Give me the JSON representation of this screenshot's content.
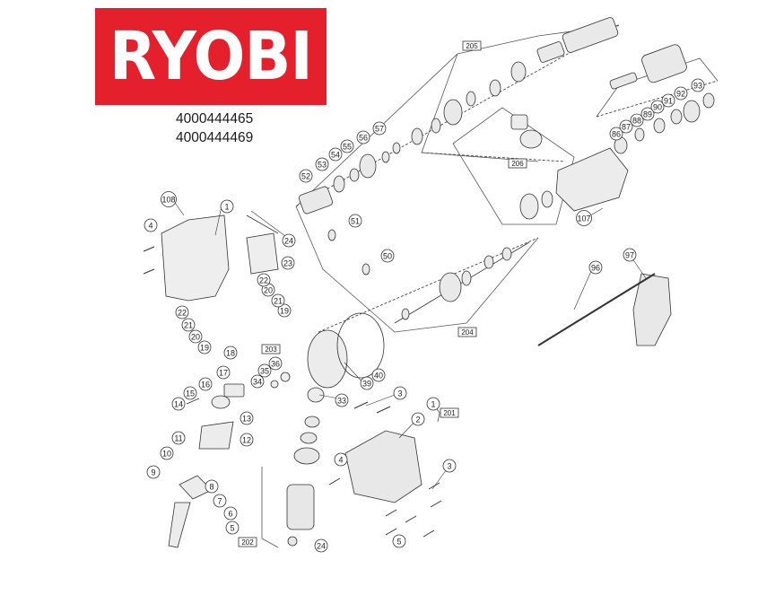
{
  "logo": {
    "text": "RYOBI",
    "color": "#e3202b"
  },
  "models": [
    "4000444465",
    "4000444469"
  ],
  "callouts": [
    "1",
    "2",
    "3",
    "4",
    "5",
    "6",
    "7",
    "8",
    "9",
    "10",
    "11",
    "12",
    "13",
    "14",
    "15",
    "16",
    "17",
    "18",
    "19",
    "20",
    "21",
    "22",
    "23",
    "24",
    "33",
    "34",
    "35",
    "36",
    "39",
    "40",
    "50",
    "51",
    "52",
    "53",
    "54",
    "55",
    "56",
    "57",
    "86",
    "87",
    "88",
    "89",
    "90",
    "91",
    "92",
    "93",
    "96",
    "97",
    "107",
    "108"
  ],
  "boxed_labels": [
    "201",
    "202",
    "203",
    "204",
    "205",
    "206"
  ]
}
